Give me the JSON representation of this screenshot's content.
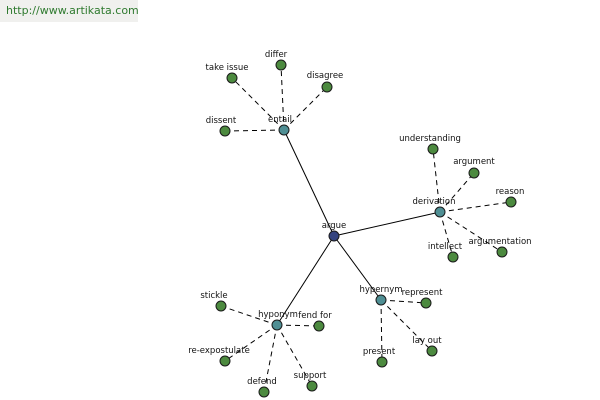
{
  "banner": {
    "text": "http://www.artikata.com"
  },
  "colors": {
    "root": "#34437f",
    "hub": "#4f8f94",
    "leaf": "#4c8a3f",
    "edge": "#000000"
  },
  "graph": {
    "root": "argue",
    "hubs": [
      "entail",
      "derivation",
      "hypernym",
      "hyponym"
    ],
    "leaves": {
      "entail": [
        "take issue",
        "differ",
        "disagree",
        "dissent"
      ],
      "derivation": [
        "understanding",
        "argument",
        "reason",
        "argumentation",
        "intellect"
      ],
      "hypernym": [
        "represent",
        "lay out",
        "present"
      ],
      "hyponym": [
        "stickle",
        "fend for",
        "re-expostulate",
        "defend",
        "support"
      ]
    }
  }
}
